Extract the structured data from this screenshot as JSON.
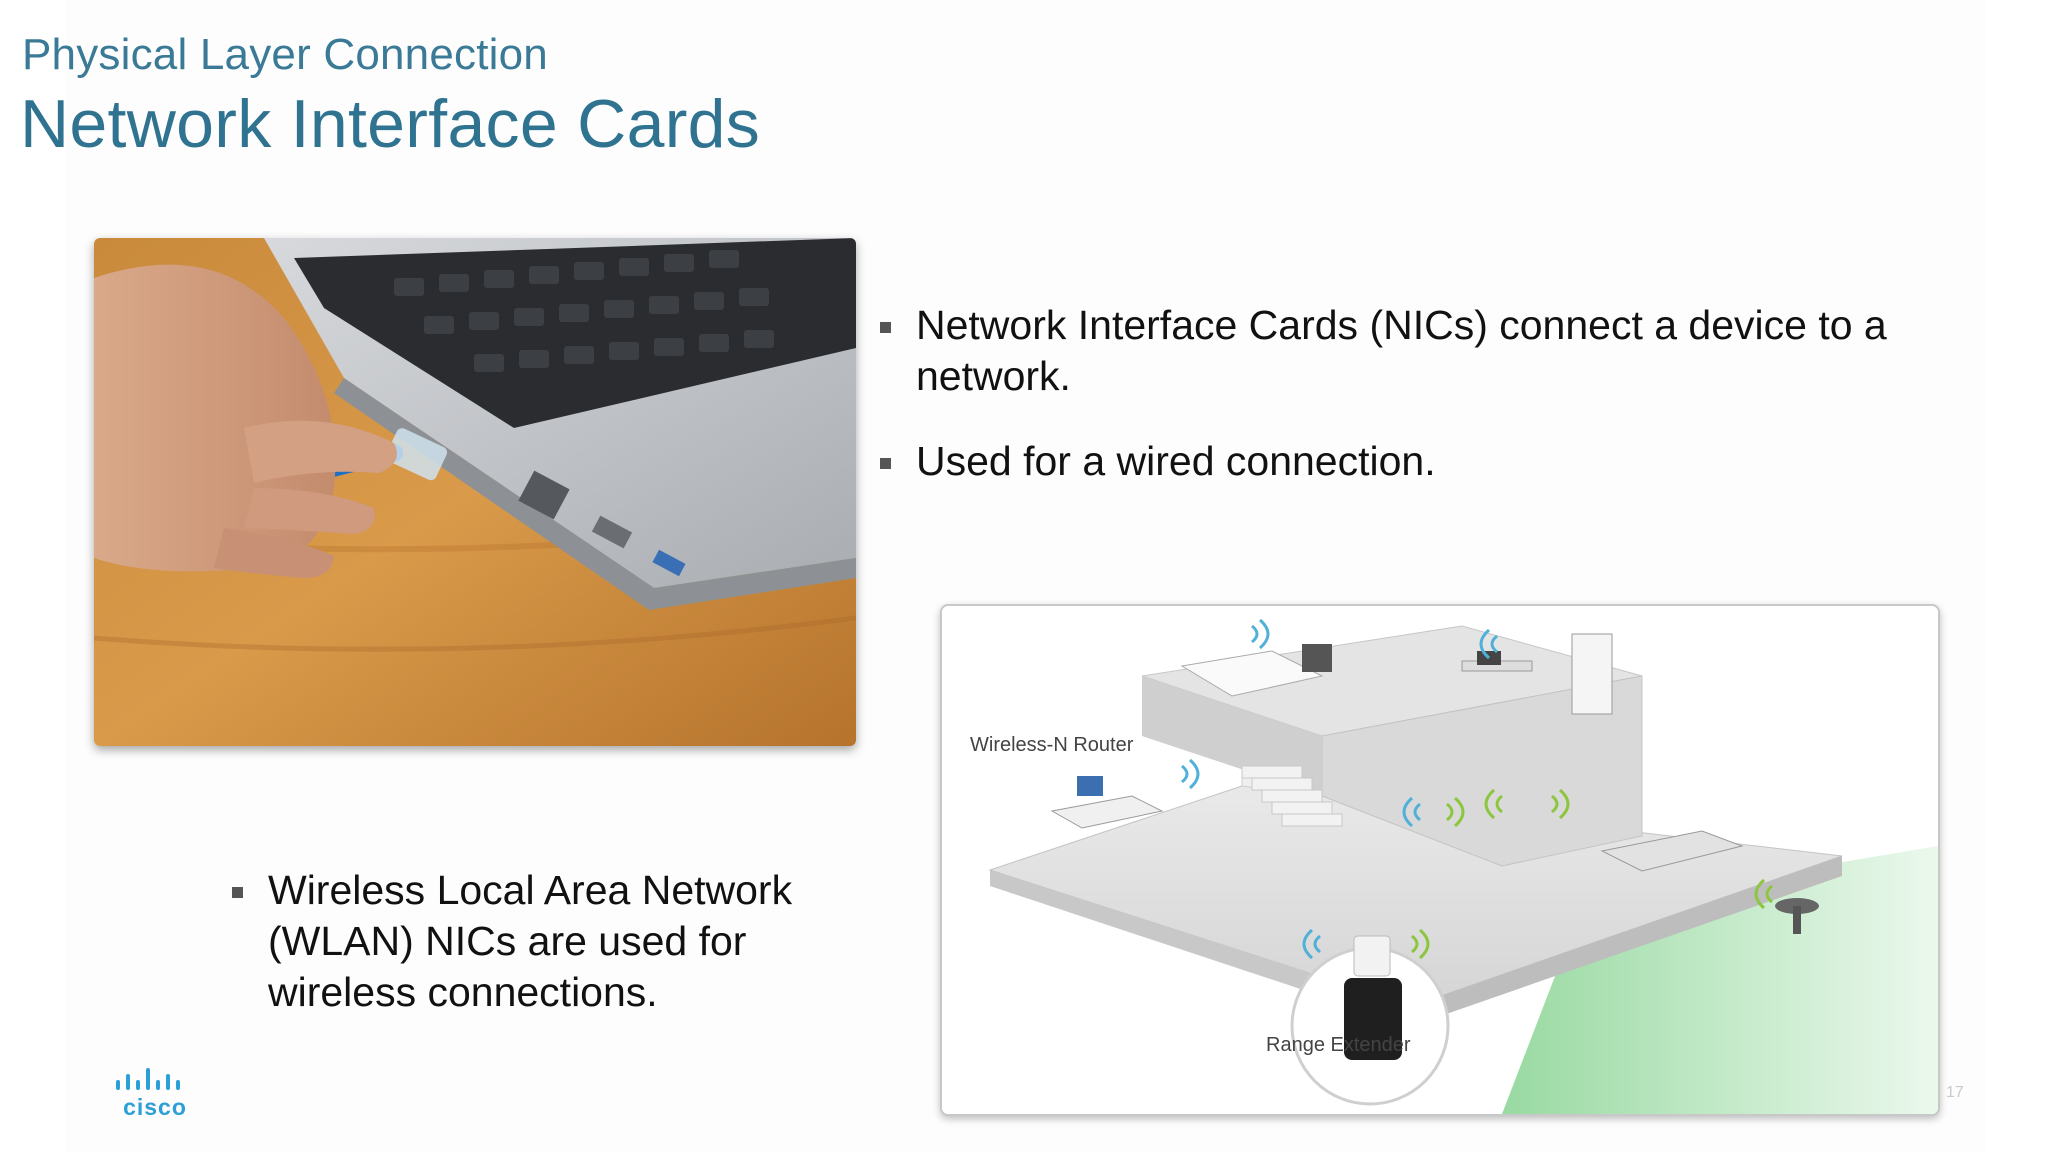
{
  "header": {
    "subtitle": "Physical Layer Connection",
    "title": "Network Interface Cards"
  },
  "bullets_top": [
    "Network Interface Cards (NICs) connect a device to a network.",
    "Used for a wired connection."
  ],
  "bullets_bottom": [
    "Wireless Local Area Network (WLAN) NICs are used for wireless connections."
  ],
  "diagram": {
    "router_label": "Wireless-N Router",
    "extender_label": "Range Extender"
  },
  "footer": {
    "logo_text": "cisco",
    "page_number": "17"
  }
}
